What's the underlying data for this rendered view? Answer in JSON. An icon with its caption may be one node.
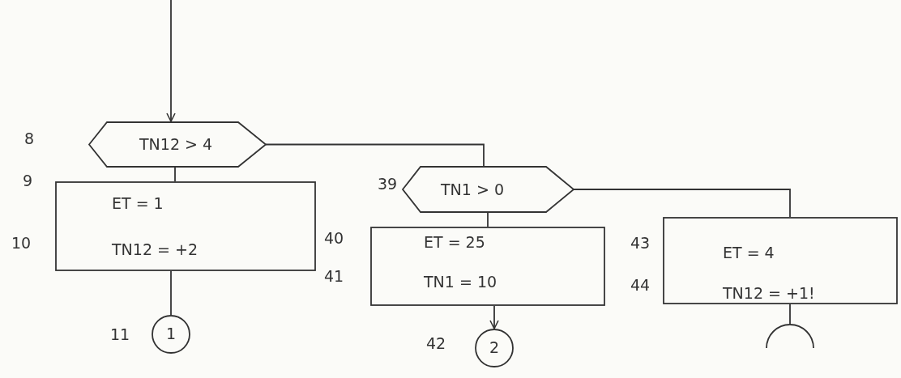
{
  "diagram": {
    "nodes": [
      {
        "text": [
          "TN12 > 4"
        ],
        "beside": [
          "8"
        ]
      },
      {
        "text": [
          "ET = 1",
          "TN12 = +2"
        ],
        "beside": [
          "9",
          "10"
        ]
      },
      {
        "text": [
          "1"
        ],
        "beside": [
          "11"
        ]
      },
      {
        "text": [
          "TN1 > 0"
        ],
        "beside": [
          "39"
        ]
      },
      {
        "text": [
          "ET = 25",
          "TN1 = 10"
        ]
      },
      {
        "text": [
          "2"
        ],
        "beside": [
          "42"
        ]
      },
      {
        "text": [
          "ET = 4",
          "TN12 = +1!"
        ],
        "beside": [
          "43",
          "44"
        ]
      },
      {
        "text": [],
        "shape": "semicircle"
      }
    ],
    "edges": [
      {
        "from": null,
        "to": 0,
        "arrow": "to"
      },
      {
        "from": 0,
        "to": 1,
        "arrow": "none"
      },
      {
        "from": 1,
        "to": 2,
        "arrow": "none"
      },
      {
        "from": 0,
        "to": 3,
        "arrow": "none"
      },
      {
        "from": 3,
        "to": 4,
        "arrow": "none"
      },
      {
        "from": 4,
        "to": 5,
        "arrow": "to"
      },
      {
        "from": 3,
        "to": 6,
        "arrow": "none"
      },
      {
        "from": 6,
        "to": 7,
        "arrow": "none"
      }
    ],
    "labels": [
      "40",
      "41"
    ]
  }
}
